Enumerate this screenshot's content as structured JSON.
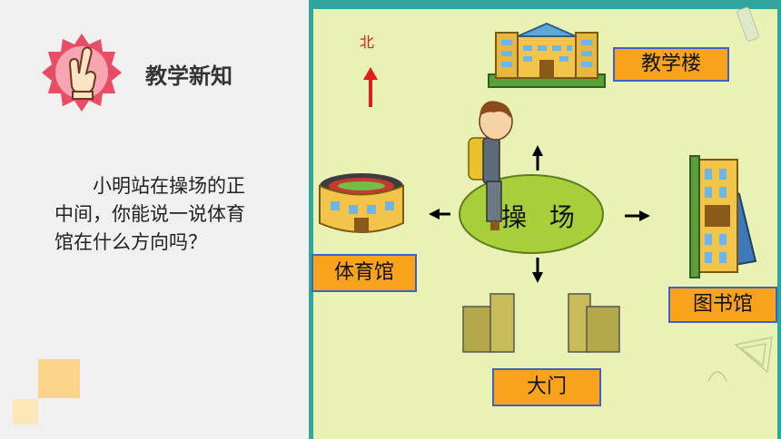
{
  "section_title": "教学新知",
  "question_text": "小明站在操场的正中间，你能说一说体育馆在什么方向吗？",
  "compass": {
    "north_label": "北"
  },
  "map": {
    "center_label": "操 场",
    "teaching_building": "教学楼",
    "library": "图书馆",
    "gym": "体育馆",
    "gate": "大门"
  },
  "icons": {
    "badge": "victory-hand-icon",
    "compass_arrow": "north-arrow-icon"
  },
  "colors": {
    "board": "#e9f1b4",
    "frame": "#2fa59c",
    "label_fill": "#f9a21c",
    "label_border": "#3b63c4",
    "field": "#a6cf3a"
  }
}
